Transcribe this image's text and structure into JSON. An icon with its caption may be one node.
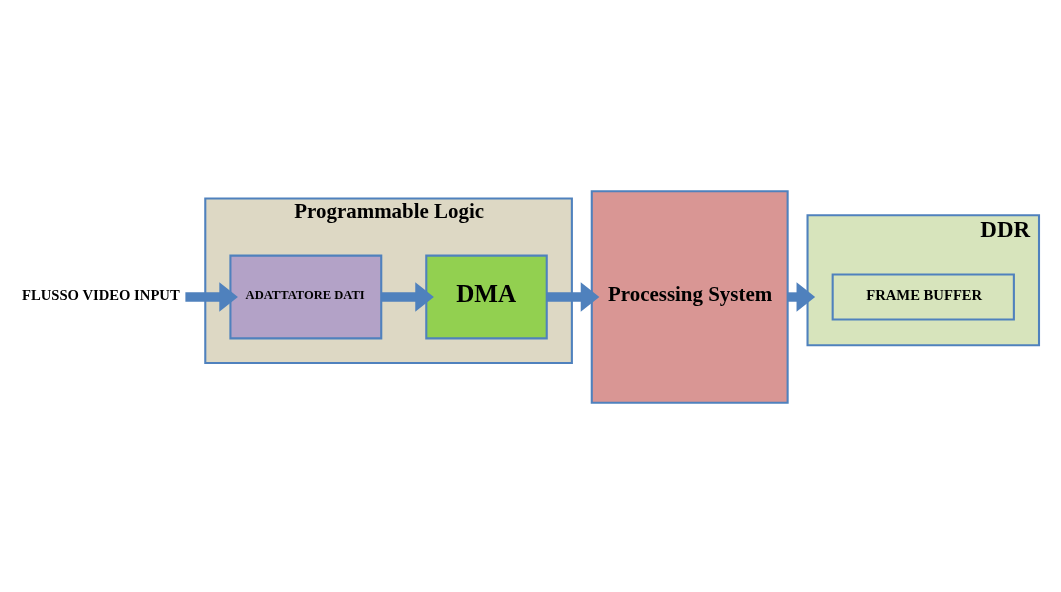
{
  "diagram": {
    "nodes": [
      {
        "text": [
          "Programmable Logic"
        ]
      },
      {
        "text": [
          "FLUSSO VIDEO INPUT"
        ]
      },
      {
        "text": [
          "ADATTATORE DATI"
        ],
        "in": 0
      },
      {
        "text": [
          "DMA"
        ],
        "in": 0
      },
      {
        "text": [
          "Processing System"
        ]
      },
      {
        "text": [
          "DDR"
        ]
      },
      {
        "text": [
          "FRAME BUFFER"
        ],
        "in": 5
      }
    ],
    "edges": [
      {
        "from": 1,
        "to": 2,
        "arrow": "to"
      },
      {
        "from": 2,
        "to": 3,
        "arrow": "to"
      },
      {
        "from": 3,
        "to": 4,
        "arrow": "to"
      },
      {
        "from": 4,
        "to": 5,
        "arrow": "to"
      }
    ]
  }
}
